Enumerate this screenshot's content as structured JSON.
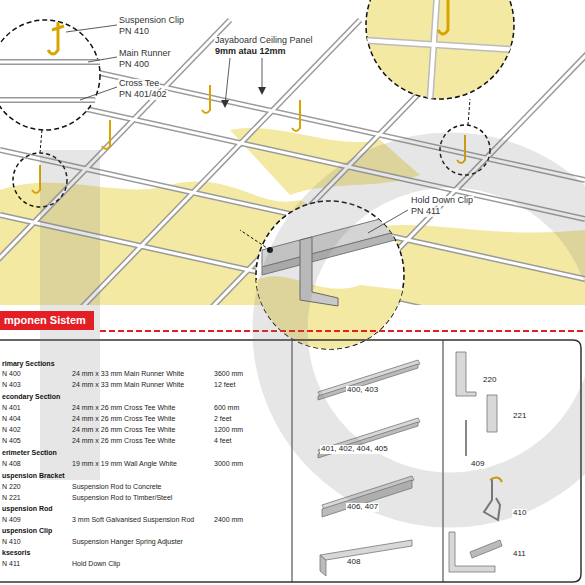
{
  "diagram": {
    "nodes": [
      {
        "text": [
          "mponen Sistem"
        ]
      }
    ],
    "labels": [
      "Suspension Clip",
      "PN 410",
      "Main Runner",
      "PN 400",
      "Cross Tee",
      "PN 401/402",
      "Jayaboard Ceiling Panel",
      "9mm atau 12mm",
      "Hold Down Clip",
      "PN 411",
      "rimary Sections",
      "N 400",
      "24 mm x 33 mm Main Runner White",
      "3600 mm",
      "N 403",
      "24 mm x 33 mm Main Runner White",
      "12 feet",
      "econdary Section",
      "N 401",
      "24 mm x 26 mm Cross Tee White",
      "600 mm",
      "N 404",
      "24 mm x 26 mm Cross Tee White",
      "2 feet",
      "N 402",
      "24 mm x 26 mm Cross Tee White",
      "1200 mm",
      "N 405",
      "24 mm x 26 mm Cross Tee White",
      "4 feet",
      "erimeter Section",
      "N 408",
      "19 mm x 19 mm Wall Angle White",
      "3000 mm",
      "uspension Bracket",
      "N 220",
      "Suspension Rod to Concrete",
      "N 221",
      "Suspension Rod to Timber/Steel",
      "uspension Rod",
      "N 409",
      "3 mm Soft Galvanised Suspension Rod",
      "2400 mm",
      "uspension Clip",
      "N 410",
      "Suspension Hanger Spring Adjuster",
      "ksesoris",
      "N 411",
      "Hold Down Clip",
      "400, 403",
      "401, 402, 404, 405",
      "406, 407",
      "408",
      "220",
      "221",
      "409",
      "410",
      "411"
    ]
  }
}
